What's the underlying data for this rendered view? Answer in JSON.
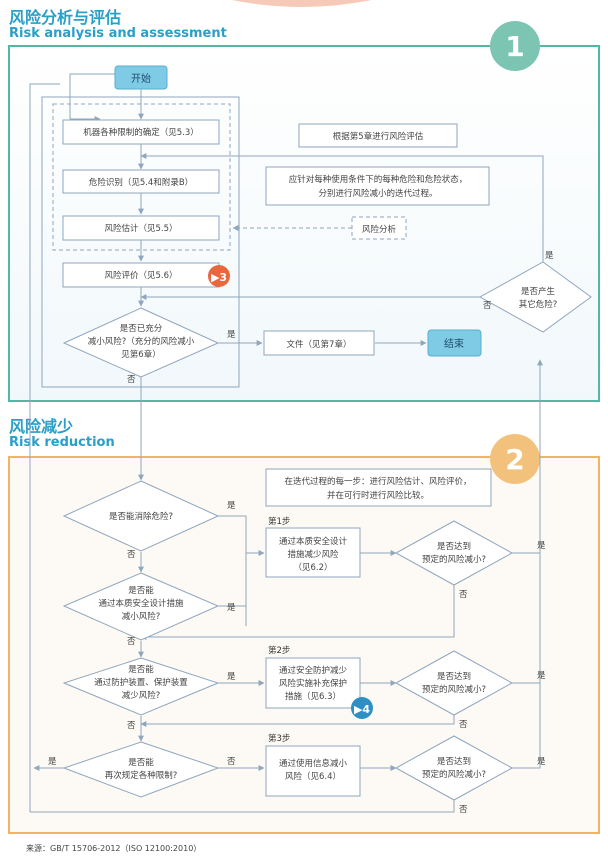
{
  "section1": {
    "title_zh": "风险分析与评估",
    "title_en": "Risk analysis and assessment",
    "number": "1"
  },
  "section2": {
    "title_zh": "风险减少",
    "title_en": "Risk reduction",
    "number": "2"
  },
  "nodes": {
    "start": "开始",
    "limits": "机器各种限制的确定（见5.3）",
    "hazard_id": "危险识别（见5.4和附录B）",
    "risk_estimation": "风险估计（见5.5）",
    "risk_evaluation": "风险评价（见5.6）",
    "risk_analysis": "风险分析",
    "chapter5_note": "根据第5章进行风险评估",
    "iterate_note": [
      "应针对每种使用条件下的每种危险和危险状态，",
      "分别进行风险减小的迭代过程。"
    ],
    "adequately_reduced": [
      "是否已充分",
      "减小风险?（充分的风险减小",
      "见第6章）"
    ],
    "document": "文件（见第7章）",
    "end": "结束",
    "new_hazard": [
      "是否产生",
      "其它危险?"
    ],
    "step_note": [
      "在迭代过程的每一步：进行风险估计、风险评价，",
      "并在可行时进行风险比较。"
    ],
    "eliminate": "是否能消除危险?",
    "inherent_q": [
      "是否能",
      "通过本质安全设计措施",
      "减小风险?"
    ],
    "step1_label": "第1步",
    "step1_box": [
      "通过本质安全设计",
      "措施减少风险",
      "（见6.2）"
    ],
    "achieved": [
      "是否达到",
      "预定的风险减小?"
    ],
    "guard_q": [
      "是否能",
      "通过防护装置、保护装置",
      "减少风险?"
    ],
    "step2_label": "第2步",
    "step2_box": [
      "通过安全防护减少",
      "风险实施补充保护",
      "措施（见6.3）"
    ],
    "redefine_q": [
      "是否能",
      "再次规定各种限制?"
    ],
    "step3_label": "第3步",
    "step3_box": [
      "通过使用信息减小",
      "风险（见6.4）"
    ],
    "badge3": "▶3",
    "badge4": "▶4"
  },
  "labels": {
    "yes": "是",
    "no": "否"
  },
  "source": "来源：GB/T 15706-2012（ISO 12100:2010）",
  "colors": {
    "accent_blue": "#2a9fc7",
    "section1_frame": "#56b6a4",
    "section2_frame": "#f1b467",
    "badge1": "#7cc5b3",
    "badge2": "#f2c27c",
    "start_end_fill": "#7fcbe6",
    "arrow_badge": "#e8673c",
    "arrow_badge4": "#2d8fc4",
    "line": "#8fa6bd"
  }
}
